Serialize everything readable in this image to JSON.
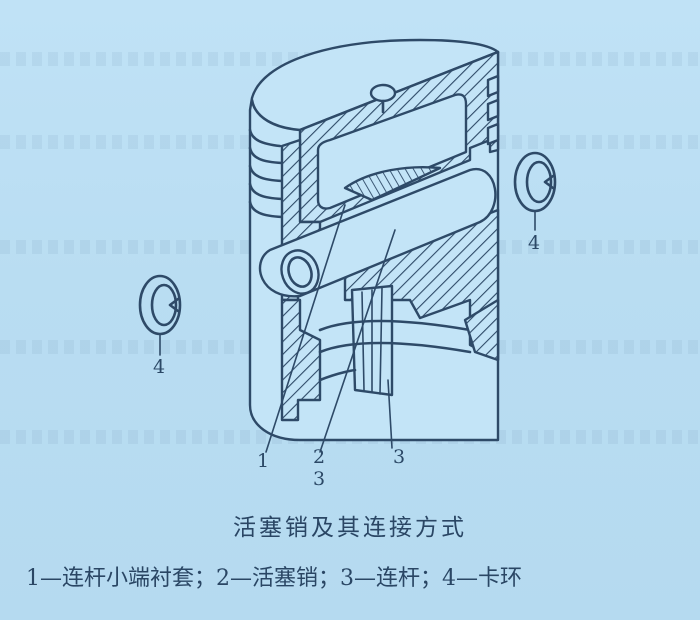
{
  "figure": {
    "title": "活塞销及其连接方式",
    "legend": "1—连杆小端衬套；2—活塞销；3—连杆；4—卡环",
    "legend_items": [
      {
        "number": "1",
        "label": "连杆小端衬套"
      },
      {
        "number": "2",
        "label": "活塞销"
      },
      {
        "number": "3",
        "label": "连杆"
      },
      {
        "number": "4",
        "label": "卡环"
      }
    ]
  },
  "callouts": {
    "c1": "1",
    "c2": "2",
    "c2b": "3",
    "c3": "3",
    "c4_left": "4",
    "c4_right": "4"
  },
  "colors": {
    "background": "#bcdff3",
    "ink": "#2e4a68"
  }
}
